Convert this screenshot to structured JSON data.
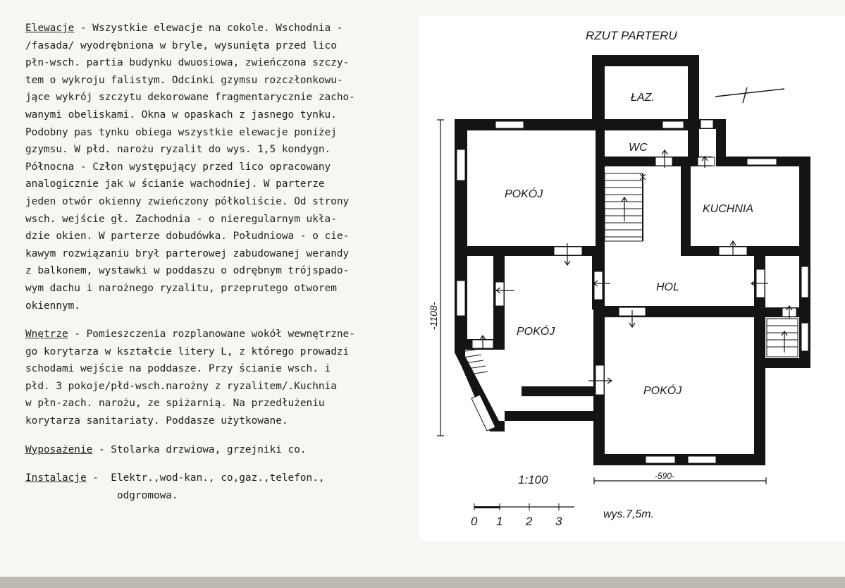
{
  "description": {
    "paragraphs": [
      {
        "label": "Elewacje",
        "lines": [
          " - Wszystkie elewacje na cokole. Wschodnia -",
          "/fasada/ wyodrębniona w bryle, wysunięta przed lico",
          "płn-wsch. partia budynku dwuosiowa, zwieńczona szczy-",
          "tem o wykroju falistym. Odcinki gzymsu rozczłonkowu-",
          "jące wykrój szczytu dekorowane fragmentarycznie zacho-",
          "wanymi obeliskami. Okna w opaskach z jasnego tynku.",
          "Podobny pas tynku obiega wszystkie elewacje poniżej",
          "gzymsu. W płd. narożu ryzalit do wys. 1,5 kondygn.",
          "Północna - Człon występujący przed lico opracowany",
          "analogicznie jak w ścianie wachodniej. W parterze",
          "jeden otwór okienny zwieńczony półkoliście. Od strony",
          "wsch. wejście gł. Zachodnia - o nieregularnym ukła-",
          "dzie okien. W parterze dobudówka. Południowa - o cie-",
          "kawym rozwiązaniu brył parterowej zabudowanej werandy",
          "z balkonem, wystawki w poddaszu o odrębnym trójspado-",
          "wym dachu i narożnego ryzalitu, przeprutego otworem",
          "okiennym."
        ]
      },
      {
        "label": "Wnętrze",
        "lines": [
          " - Pomieszczenia rozplanowane wokół wewnętrzne-",
          "go korytarza w kształcie litery L, z którego prowadzi",
          "schodami wejście na poddasze. Przy ścianie wsch. i",
          "płd. 3 pokoje/płd-wsch.narożny z ryzalitem/.Kuchnia",
          "w płn-zach. narożu, ze spiżarnią. Na przedłużeniu",
          "korytarza sanitariaty. Poddasze użytkowane."
        ]
      },
      {
        "label": "Wyposażenie",
        "lines": [
          " - Stolarka drzwiowa, grzejniki co."
        ]
      },
      {
        "label": "Instalacje",
        "lines": [
          " -  Elektr.,wod-kan., co,gaz.,telefon.,",
          "               odgromowa."
        ]
      }
    ]
  },
  "plan": {
    "title": "RZUT PARTERU",
    "rooms": {
      "laz": "ŁAZ.",
      "wc": "WC",
      "pokoj_nw": "POKÓJ",
      "kuchnia": "KUCHNIA",
      "hol": "HOL",
      "pokoj_w": "POKÓJ",
      "pokoj_s": "POKÓJ"
    },
    "dim_vertical": "-1108-",
    "dim_horizontal": "-590-",
    "scale": "1:100",
    "scale_bar_labels": [
      "0",
      "1",
      "2",
      "3"
    ],
    "height_note": "wys.7,5m."
  }
}
